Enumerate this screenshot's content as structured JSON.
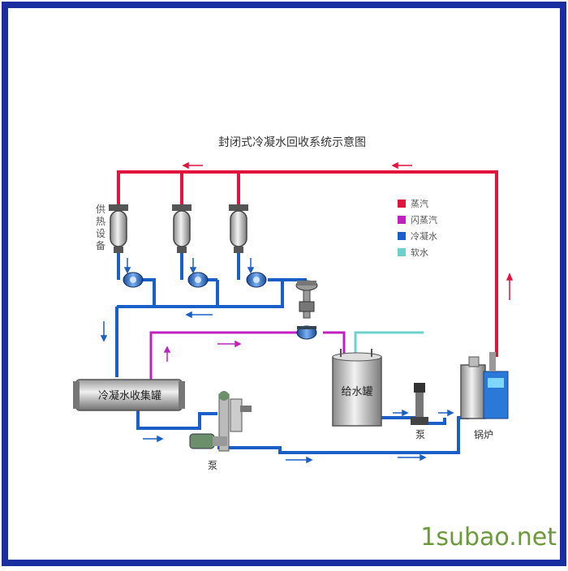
{
  "title": "封闭式冷凝水回收系统示意图",
  "equipment": {
    "heat_supply": "供热设备",
    "collection_tank": "冷凝水收集罐",
    "feed_tank": "给水罐",
    "pump_left": "泵",
    "pump_right": "泵",
    "boiler": "锅炉"
  },
  "legend": [
    {
      "label": "蒸汽",
      "color": "#e0143c"
    },
    {
      "label": "闪蒸汽",
      "color": "#c020c0"
    },
    {
      "label": "冷凝水",
      "color": "#1a5fc8"
    },
    {
      "label": "软水",
      "color": "#6fd0d0"
    }
  ],
  "watermark": "1subao.net",
  "colors": {
    "frame": "#1a2fa0",
    "steam": "#e0143c",
    "flash": "#c020c0",
    "condensate": "#1a5fc8",
    "soft": "#6fd0d0"
  }
}
